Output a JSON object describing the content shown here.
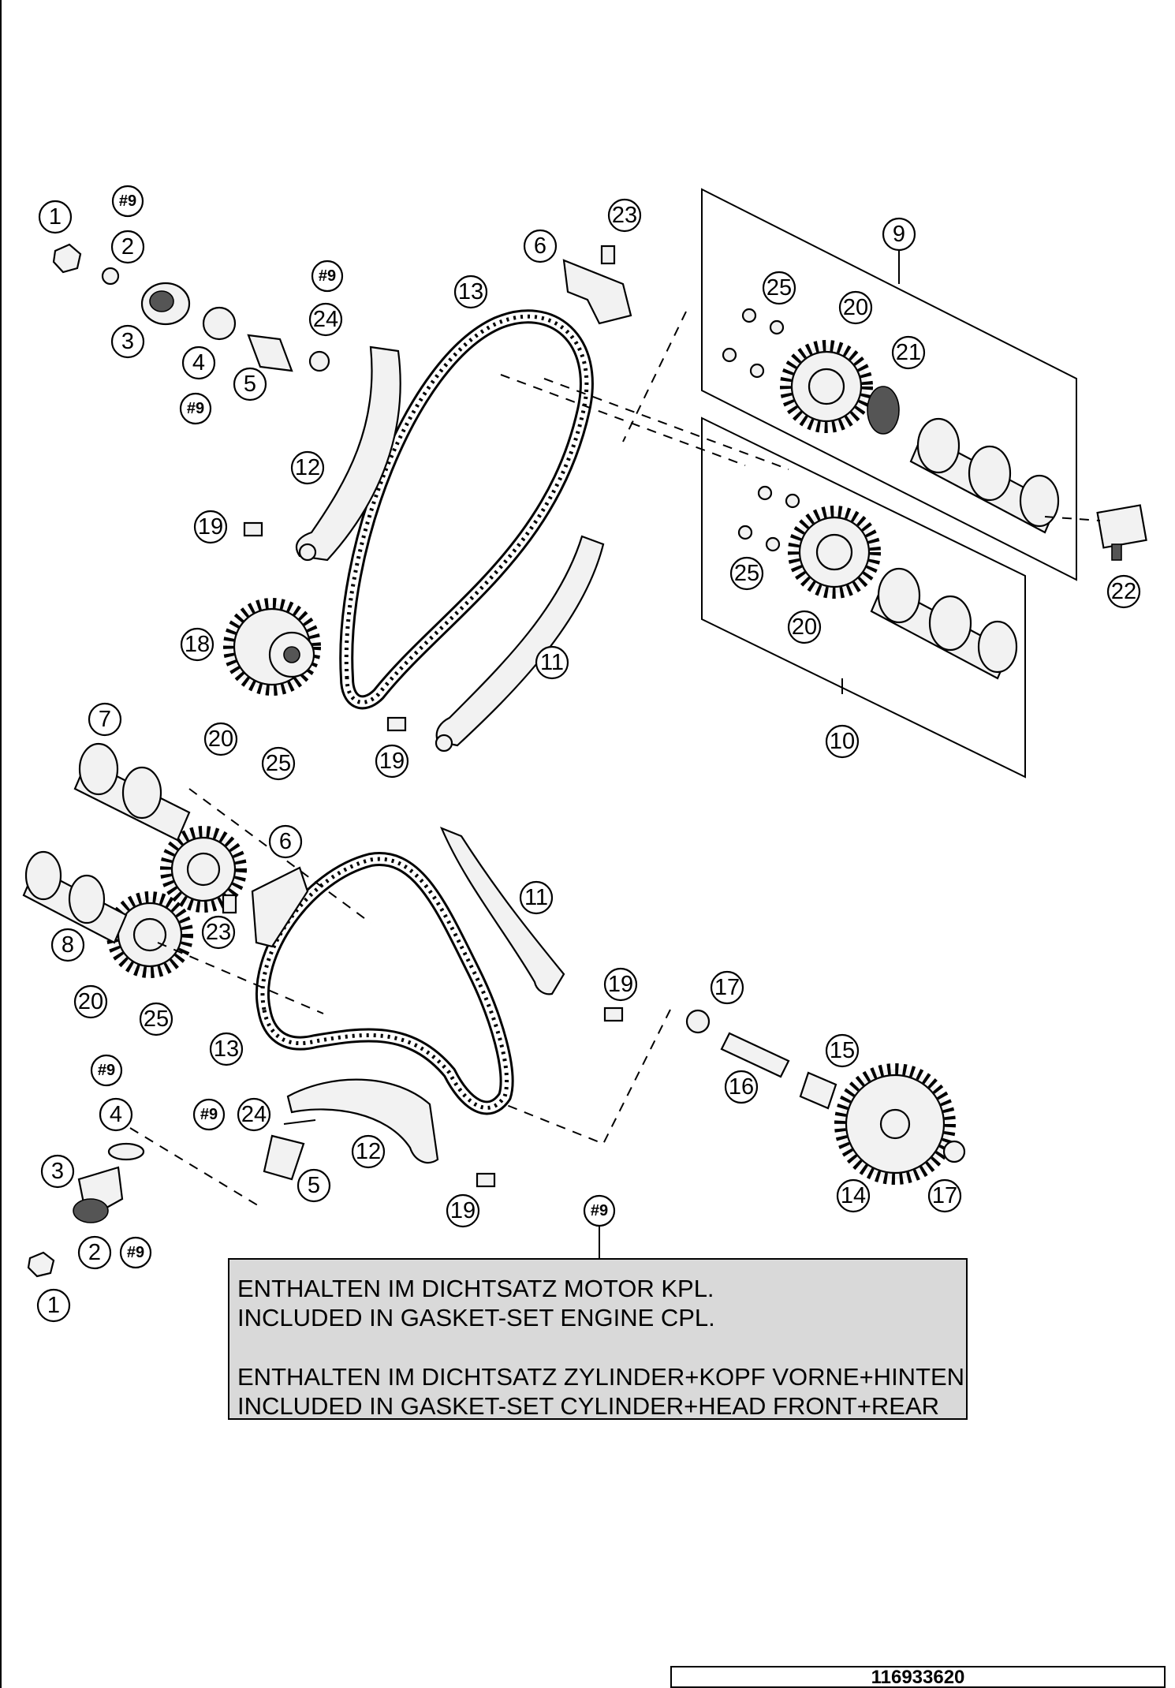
{
  "callouts": [
    {
      "id": "1",
      "label": "1"
    },
    {
      "id": "2",
      "label": "2"
    },
    {
      "id": "3",
      "label": "3"
    },
    {
      "id": "4",
      "label": "4"
    },
    {
      "id": "5",
      "label": "5"
    },
    {
      "id": "6",
      "label": "6"
    },
    {
      "id": "7",
      "label": "7"
    },
    {
      "id": "8",
      "label": "8"
    },
    {
      "id": "9",
      "label": "9"
    },
    {
      "id": "10",
      "label": "10"
    },
    {
      "id": "11",
      "label": "11"
    },
    {
      "id": "12",
      "label": "12"
    },
    {
      "id": "13",
      "label": "13"
    },
    {
      "id": "14",
      "label": "14"
    },
    {
      "id": "15",
      "label": "15"
    },
    {
      "id": "16",
      "label": "16"
    },
    {
      "id": "17",
      "label": "17"
    },
    {
      "id": "18",
      "label": "18"
    },
    {
      "id": "19",
      "label": "19"
    },
    {
      "id": "20",
      "label": "20"
    },
    {
      "id": "21",
      "label": "21"
    },
    {
      "id": "22",
      "label": "22"
    },
    {
      "id": "23",
      "label": "23"
    },
    {
      "id": "24",
      "label": "24"
    },
    {
      "id": "25",
      "label": "25"
    }
  ],
  "kit_marker": "#9",
  "note": {
    "line1": "ENTHALTEN IM DICHTSATZ MOTOR KPL.",
    "line2": "INCLUDED IN GASKET-SET ENGINE CPL.",
    "line3": "ENTHALTEN IM DICHTSATZ ZYLINDER+KOPF VORNE+HINTEN",
    "line4": "INCLUDED IN GASKET-SET CYLINDER+HEAD FRONT+REAR"
  },
  "doc_number": "116933620"
}
